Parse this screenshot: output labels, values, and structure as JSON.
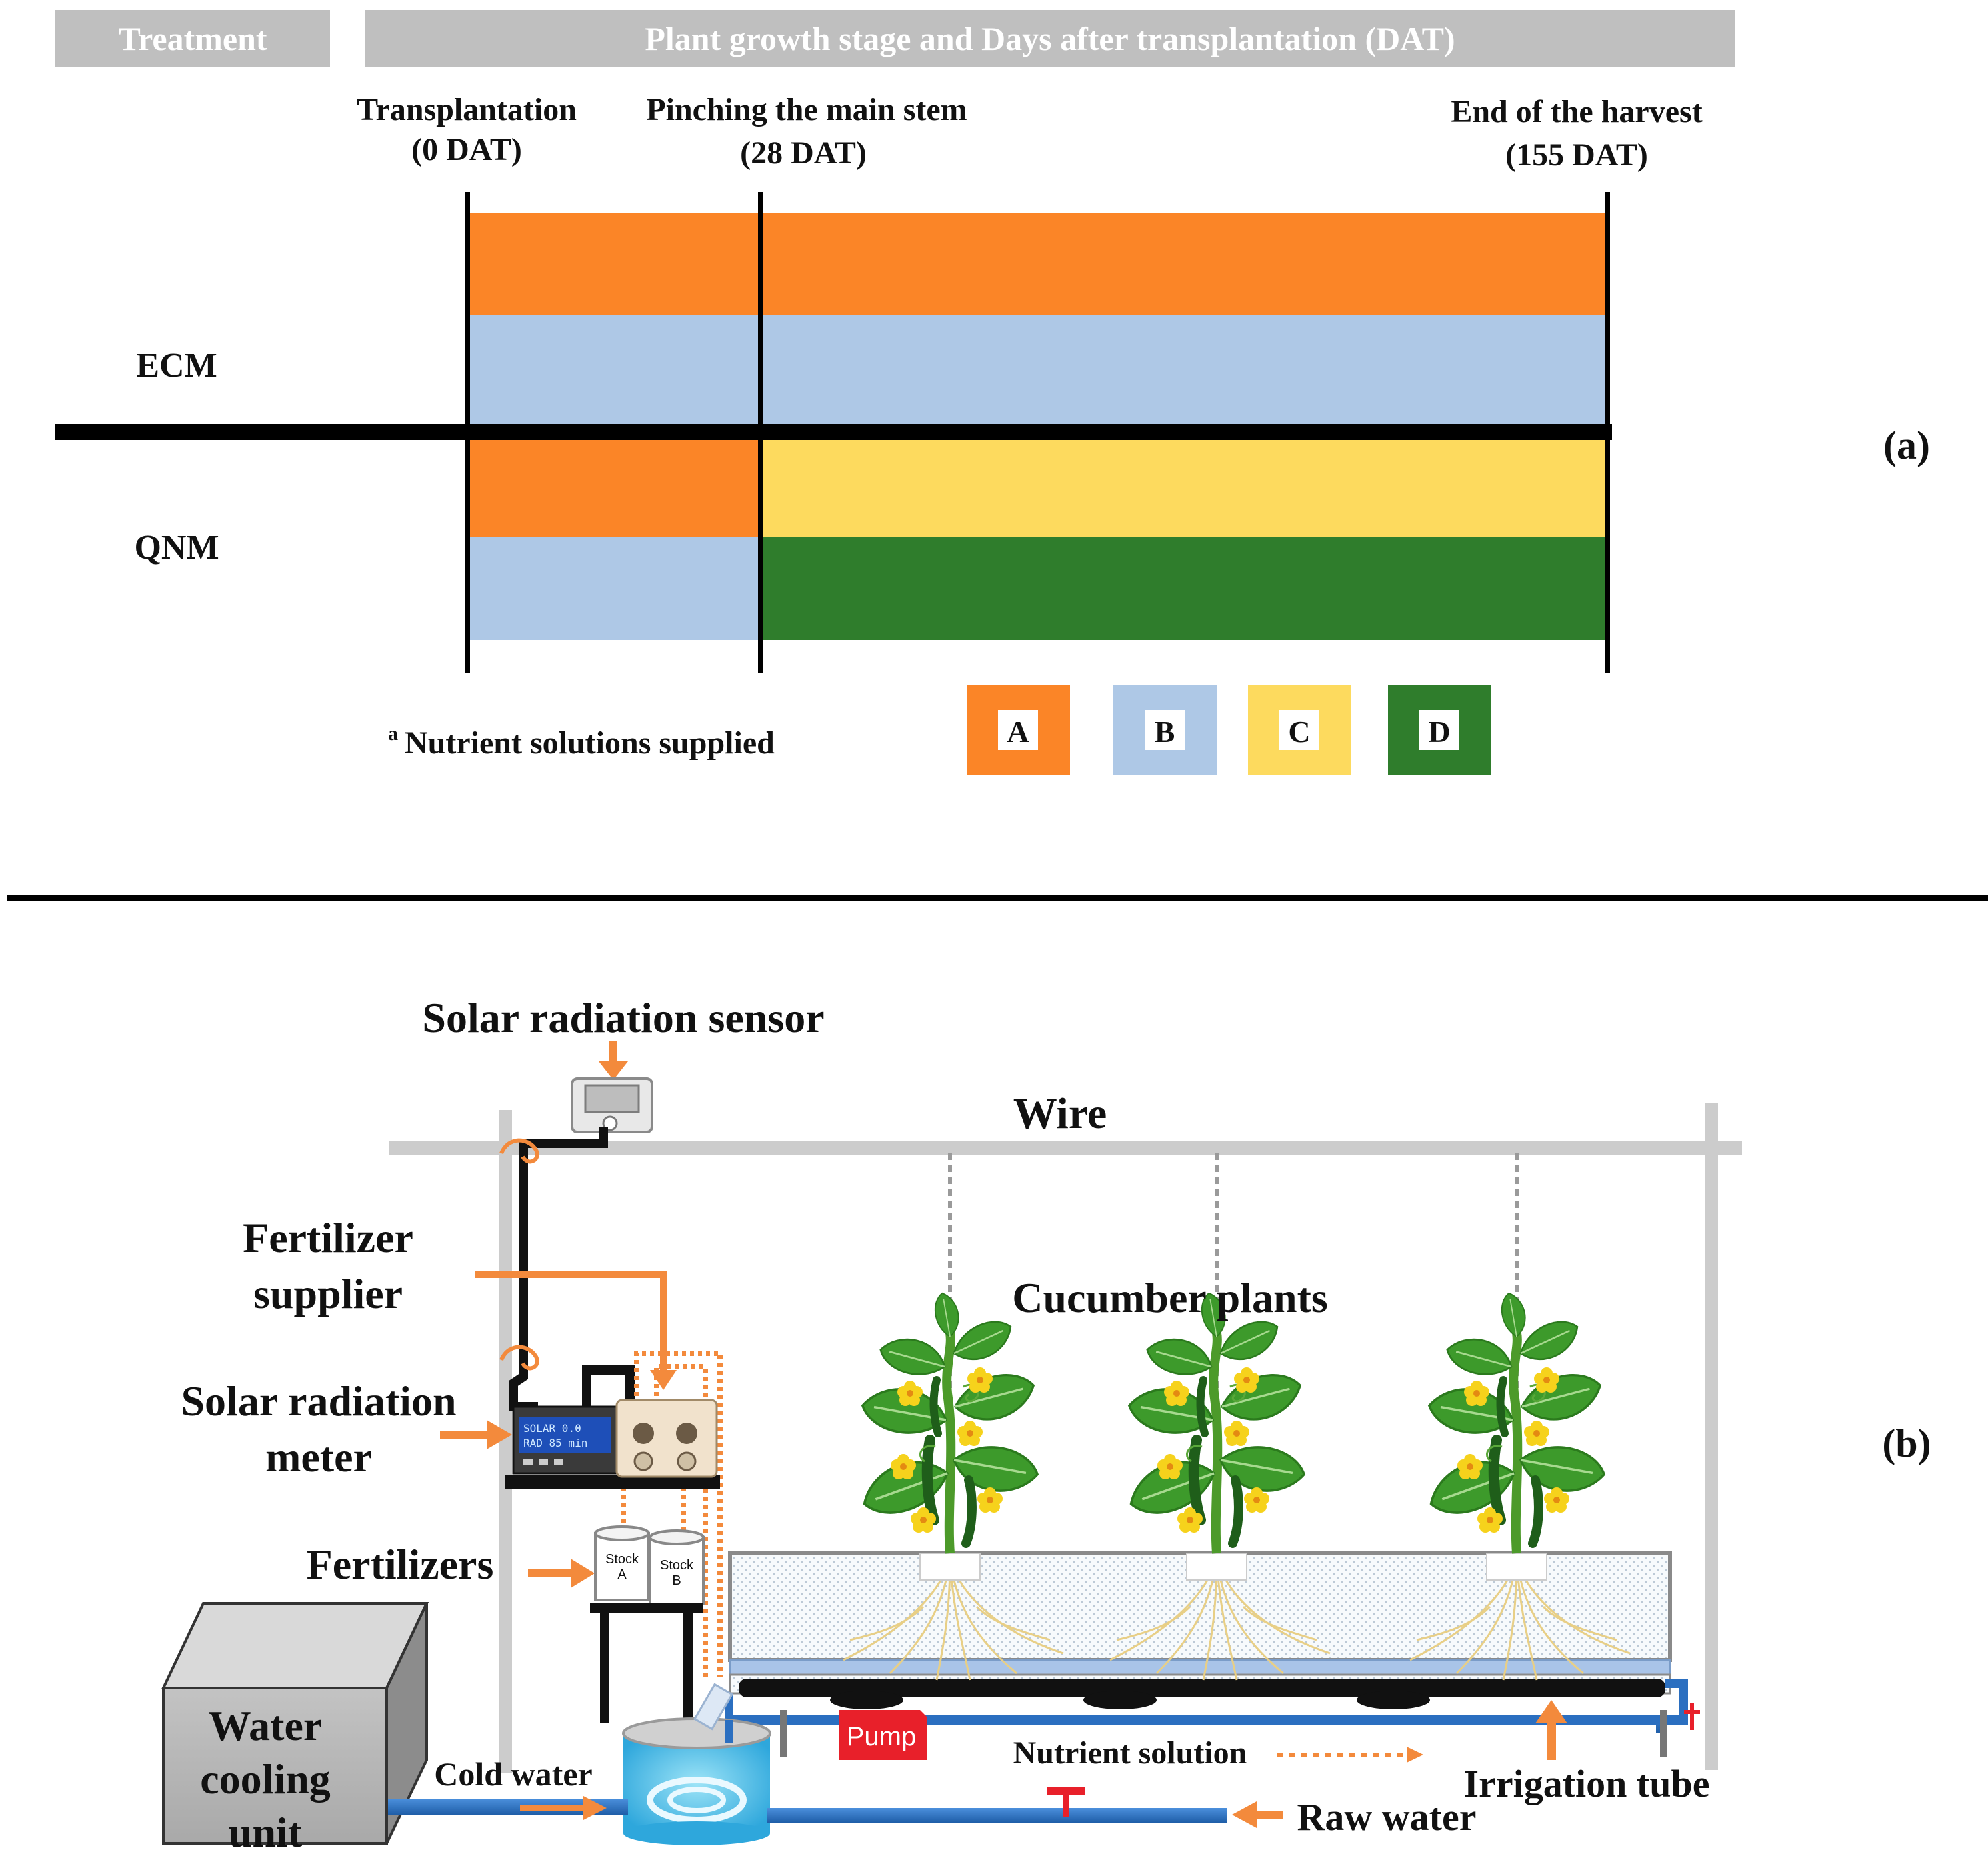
{
  "panel_a": {
    "header_treatment": "Treatment",
    "header_stage": "Plant growth stage and Days after transplantation (DAT)",
    "milestones": [
      {
        "line1": "Transplantation",
        "line2": "(0 DAT)"
      },
      {
        "line1": "Pinching the main stem",
        "line2": "(28 DAT)"
      },
      {
        "line1": "End of the harvest",
        "line2": "(155 DAT)"
      }
    ],
    "treatments": [
      "ECM",
      "QNM"
    ],
    "label": "(a)",
    "legend_title_sup": "a",
    "legend_title": "Nutrient solutions supplied",
    "legend": [
      {
        "key": "A",
        "color": "#fb8527"
      },
      {
        "key": "B",
        "color": "#aec8e6"
      },
      {
        "key": "C",
        "color": "#fdda5e"
      },
      {
        "key": "D",
        "color": "#2f7d2c"
      }
    ],
    "rows": {
      "ecm_top": [
        "A",
        "A"
      ],
      "ecm_bottom": [
        "B",
        "B"
      ],
      "qnm_top": [
        "A",
        "C"
      ],
      "qnm_bottom": [
        "B",
        "D"
      ]
    }
  },
  "panel_b": {
    "label": "(b)",
    "solar_sensor": "Solar radiation sensor",
    "wire": "Wire",
    "fertilizer_supplier_1": "Fertilizer",
    "fertilizer_supplier_2": "supplier",
    "cucumber_plants": "Cucumber plants",
    "solar_meter_1": "Solar radiation",
    "solar_meter_2": "meter",
    "fertilizers": "Fertilizers",
    "stock_a_1": "Stock",
    "stock_a_2": "A",
    "stock_b_1": "Stock",
    "stock_b_2": "B",
    "water_cooling_1": "Water",
    "water_cooling_2": "cooling",
    "water_cooling_3": "unit",
    "cold_water": "Cold water",
    "pump": "Pump",
    "nutrient_solution": "Nutrient solution",
    "irrigation_tube": "Irrigation tube",
    "raw_water": "Raw water",
    "colors": {
      "arrow": "#f38a3c",
      "pipe": "#2b6fc0",
      "pump": "#e8202a",
      "frame": "#cccccc"
    },
    "icons": [
      "sensor-icon",
      "meter-icon",
      "pump-icon",
      "valve-icon",
      "cucumber-plant-icon"
    ]
  }
}
